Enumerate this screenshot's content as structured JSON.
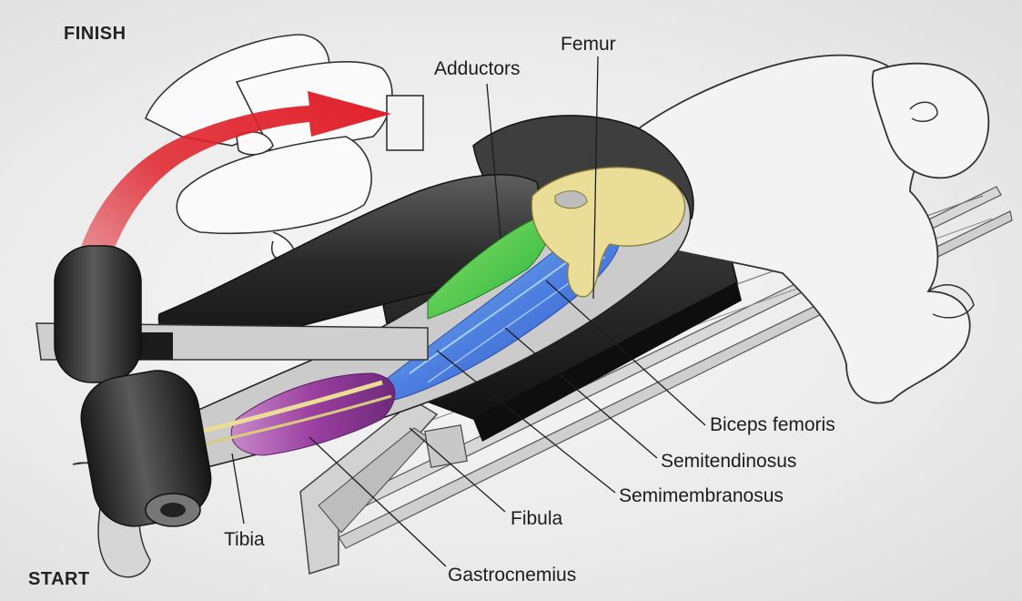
{
  "phases": {
    "finish": "FINISH",
    "start": "START"
  },
  "labels": {
    "adductors": "Adductors",
    "femur": "Femur",
    "biceps_femoris": "Biceps femoris",
    "semitendinosus": "Semitendinosus",
    "semimembranosus": "Semimembranosus",
    "fibula": "Fibula",
    "tibia": "Tibia",
    "gastrocnemius": "Gastrocnemius"
  },
  "colors": {
    "motion_arrow": "#e0202a",
    "adductors_muscle": "#4fd43c",
    "hamstrings_muscle": "#4d7fe0",
    "gastrocnemius_muscle": "#9a3fa0",
    "bone": "#e9dd98",
    "leader_line": "#1c1c1c"
  }
}
